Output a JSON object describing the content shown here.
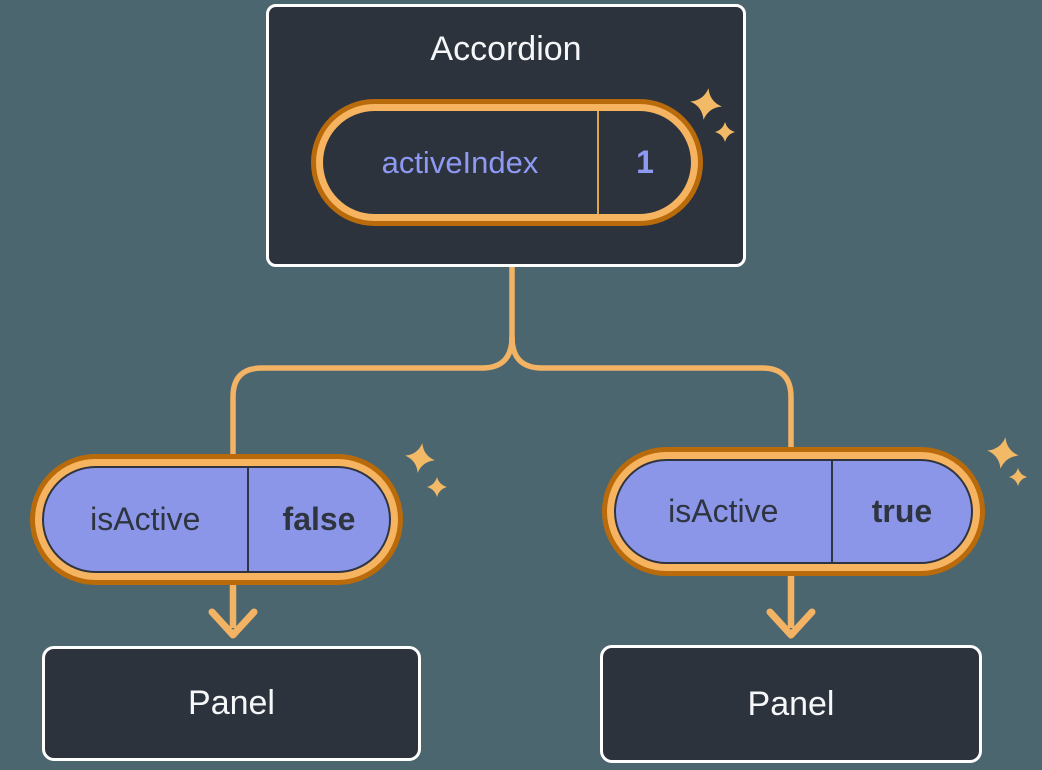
{
  "diagram": {
    "root": {
      "title": "Accordion",
      "state": {
        "label": "activeIndex",
        "value": "1"
      }
    },
    "children": [
      {
        "prop": {
          "label": "isActive",
          "value": "false"
        },
        "panel": {
          "label": "Panel"
        }
      },
      {
        "prop": {
          "label": "isActive",
          "value": "true"
        },
        "panel": {
          "label": "Panel"
        }
      }
    ],
    "colors": {
      "canvas_bg": "#4c666f",
      "node_bg": "#2d333d",
      "node_border": "#ffffff",
      "node_text": "#f6f7f9",
      "state_text": "#8e99f3",
      "state_divider": "#e2a54e",
      "prop_fill": "#8b96e8",
      "prop_text": "#2f3540",
      "ring_outer": "#b96a0a",
      "ring_inner": "#f6b360",
      "line": "#f3b364",
      "sparkle": "#f2b966"
    }
  }
}
